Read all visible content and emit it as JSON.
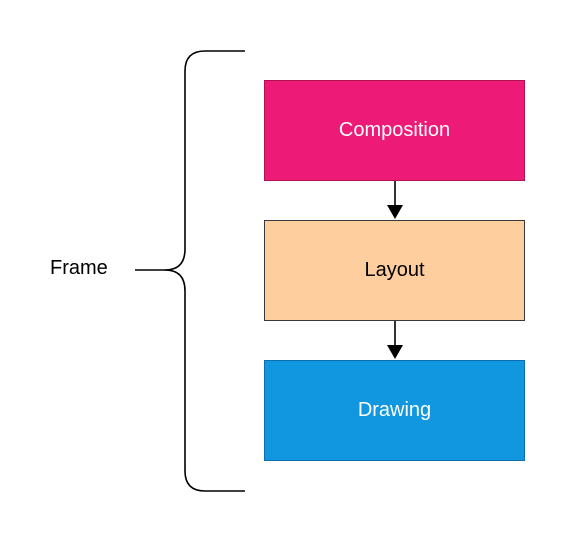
{
  "diagram": {
    "frame_label": "Frame",
    "steps": [
      {
        "label": "Composition",
        "fill": "#ee1a78",
        "stroke": "#b0124f",
        "text_color": "#ffffff"
      },
      {
        "label": "Layout",
        "fill": "#ffce9f",
        "stroke": "#36393d",
        "text_color": "#000000"
      },
      {
        "label": "Drawing",
        "fill": "#1196e0",
        "stroke": "#0d6fb0",
        "text_color": "#ffffff"
      }
    ],
    "edge_color": "#000000"
  }
}
